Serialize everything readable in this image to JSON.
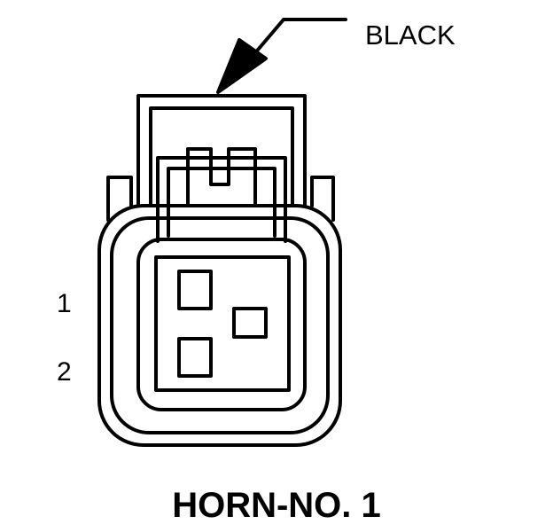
{
  "connector": {
    "color_label": "BLACK",
    "title": "HORN-NO. 1",
    "pins": [
      {
        "number": "1"
      },
      {
        "number": "2"
      }
    ]
  },
  "colors": {
    "line": "#000000",
    "background": "#ffffff"
  }
}
